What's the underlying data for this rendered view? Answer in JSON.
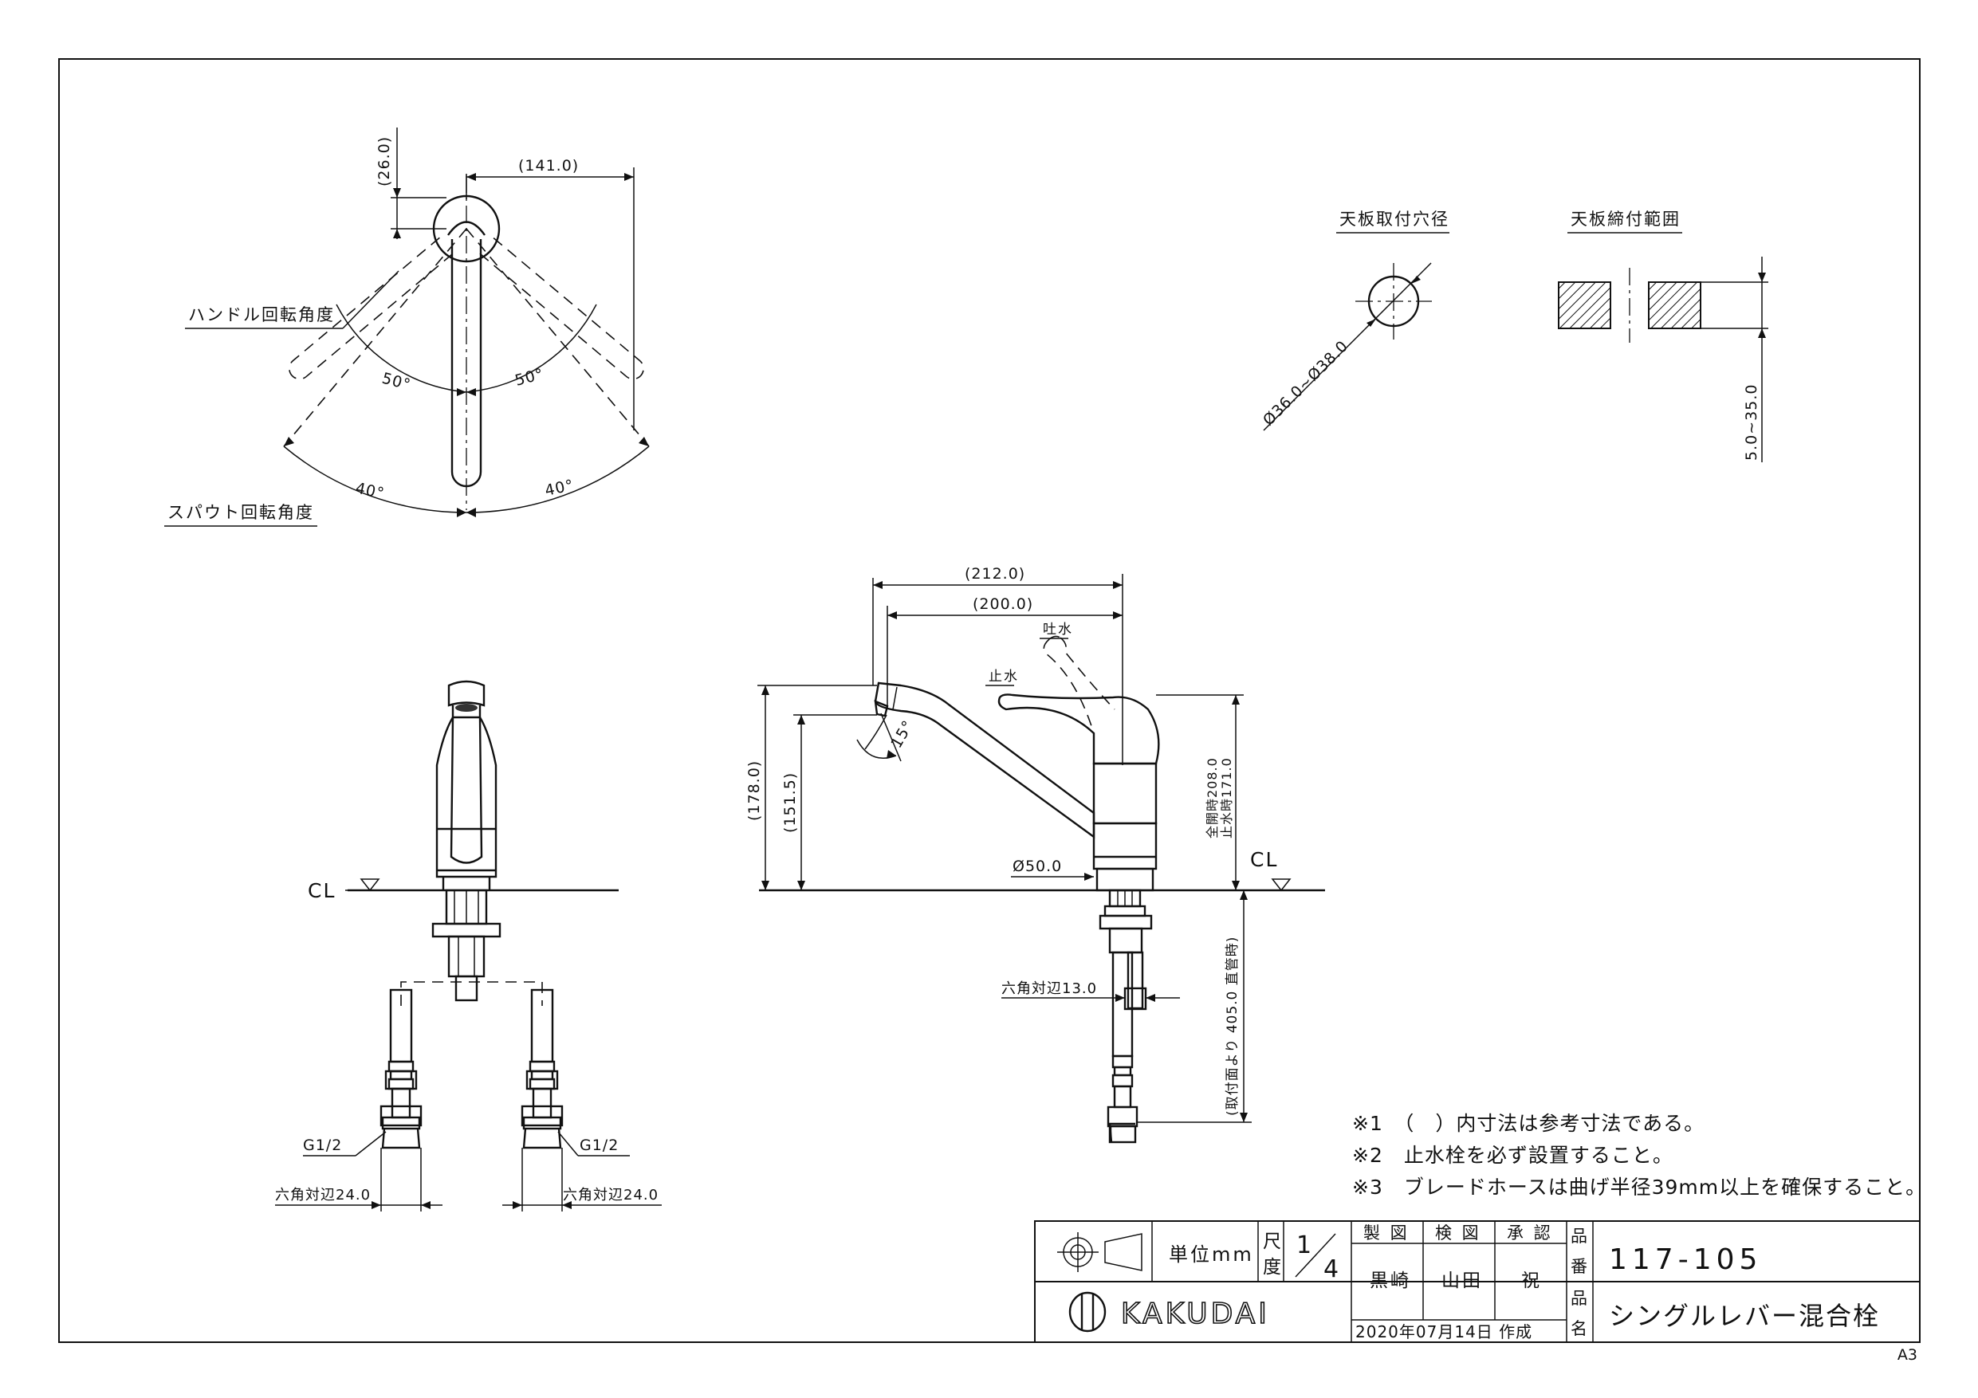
{
  "views": {
    "top": {
      "handle_rotation_label": "ハンドル回転角度",
      "spout_rotation_label": "スパウト回転角度",
      "handle_angle_left": "50°",
      "handle_angle_right": "50°",
      "spout_angle_left": "40°",
      "spout_angle_right": "40°",
      "dim_handle_offset": "(26.0)",
      "dim_reach": "(141.0)"
    },
    "hole": {
      "title": "天板取付穴径",
      "diameter": "Ø36.0~Ø38.0"
    },
    "clamp": {
      "title": "天板締付範囲",
      "range": "5.0~35.0"
    },
    "front": {
      "cl": "CL",
      "thread_left": "G1/2",
      "thread_right": "G1/2",
      "hex_left": "六角対辺24.0",
      "hex_right": "六角対辺24.0"
    },
    "side": {
      "dim_total_reach": "(212.0)",
      "dim_reach": "(200.0)",
      "discharge": "吐水",
      "stop": "止水",
      "dim_height": "(178.0)",
      "dim_spout_height": "(151.5)",
      "spray_angle": "15°",
      "base_dia": "Ø50.0",
      "cl": "CL",
      "height_open": "全開時208.0",
      "height_stop": "止水時171.0",
      "hex_nut": "六角対辺13.0",
      "hose_length": "(取付面より 405.0 直管時)"
    }
  },
  "notes": [
    "※1　（　）内寸法は参考寸法である。",
    "※2　止水栓を必ず設置すること。",
    "※3　ブレードホースは曲げ半径39mm以上を確保すること。"
  ],
  "title_block": {
    "unit_label": "単位mm",
    "scale_label_1": "尺",
    "scale_label_2": "度",
    "scale_num": "1",
    "scale_den": "4",
    "made_label": "製 図",
    "check_label": "検 図",
    "approve_label": "承 認",
    "drafter": "黒崎",
    "checker": "山田",
    "approver": "祝",
    "date": "2020年07月14日 作成",
    "part_no_label_1": "品",
    "part_no_label_2": "番",
    "part_no": "117-105",
    "name_label_1": "品",
    "name_label_2": "名",
    "product_name": "シングルレバー混合栓",
    "brand": "KAKUDAI"
  },
  "sheet_size": "A3"
}
